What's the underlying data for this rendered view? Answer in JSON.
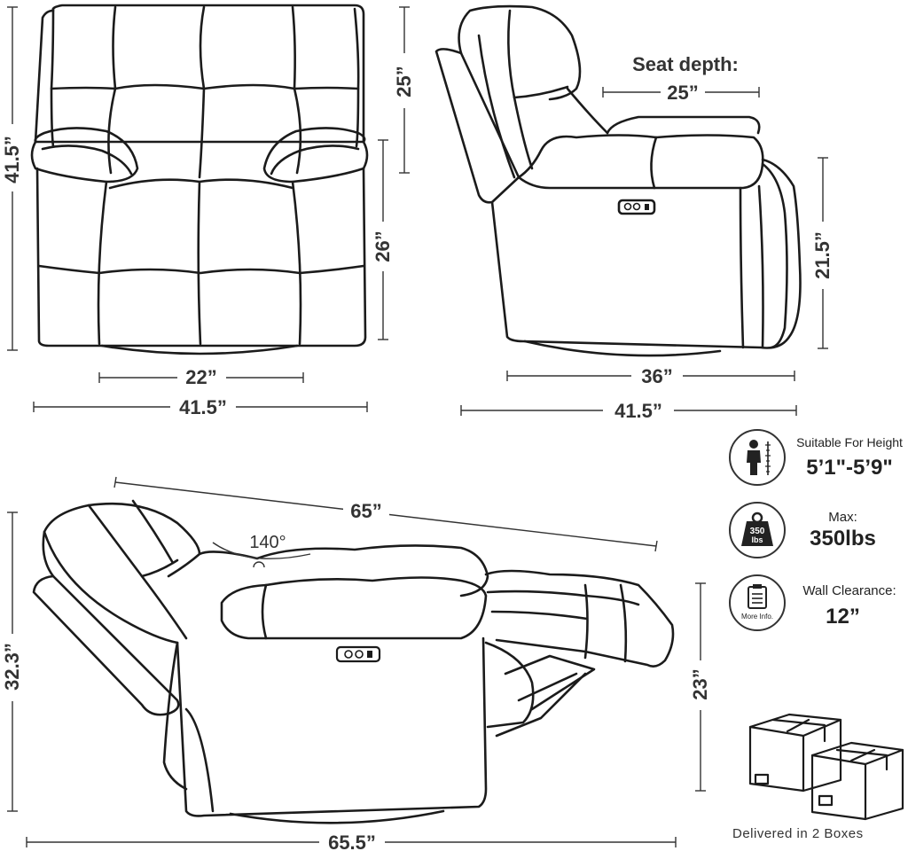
{
  "front_view": {
    "height_total": "41.5”",
    "back_height": "25”",
    "seat_to_floor": "26”",
    "seat_width": "22”",
    "width_total": "41.5”"
  },
  "side_view": {
    "seat_depth_label": "Seat depth:",
    "seat_depth_value": "25”",
    "arm_height": "21.5”",
    "base_depth": "36”",
    "depth_total": "41.5”"
  },
  "reclined_view": {
    "diagonal_length": "65”",
    "recline_angle": "140°",
    "height_reclined": "32.3”",
    "footrest_height": "23”",
    "length_total": "65.5”"
  },
  "specs": {
    "height": {
      "icon": "person-height-icon",
      "label": "Suitable For Height",
      "value": "5’1\"-5’9\""
    },
    "weight": {
      "icon": "weight-icon",
      "icon_text": "350",
      "icon_unit": "lbs",
      "label": "Max:",
      "value": "350lbs"
    },
    "wall": {
      "icon": "clipboard-icon",
      "icon_text": "More Info.",
      "label": "Wall Clearance:",
      "value": "12”"
    }
  },
  "delivery": {
    "icon": "boxes-icon",
    "caption": "Delivered in 2 Boxes"
  }
}
